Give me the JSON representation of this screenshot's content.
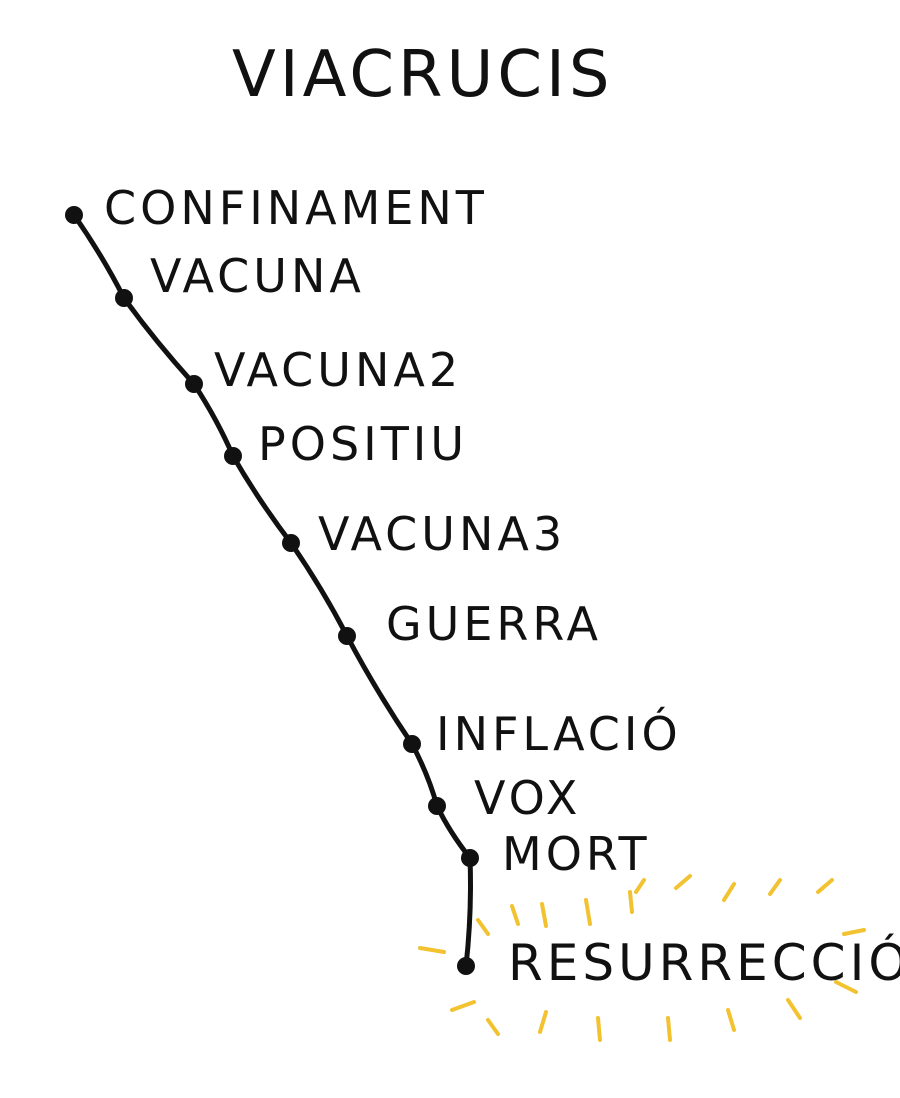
{
  "title": "Viacrucis",
  "stations": [
    {
      "label": "CONFINAMENT"
    },
    {
      "label": "VACUNA"
    },
    {
      "label": "VACUNA2"
    },
    {
      "label": "POSITIU"
    },
    {
      "label": "VACUNA3"
    },
    {
      "label": "GUERRA"
    },
    {
      "label": "INFLACIÓ"
    },
    {
      "label": "VOX"
    },
    {
      "label": "MORT"
    },
    {
      "label": "RESURRECCIÓ"
    }
  ],
  "colors": {
    "ink": "#111111",
    "glow": "#f2c230",
    "background": "#ffffff"
  }
}
